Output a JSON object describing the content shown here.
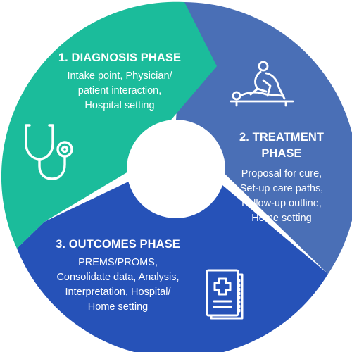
{
  "colors": {
    "diagnosis": "#1bbc9b",
    "treatment": "#4a6fb6",
    "outcomes": "#2652b8",
    "icon_stroke": "#ffffff",
    "background": "#ffffff"
  },
  "phases": [
    {
      "title": "1. DIAGNOSIS PHASE",
      "lines": [
        "Intake point, Physician/",
        "patient interaction,",
        "Hospital setting"
      ],
      "icon": "stethoscope-icon"
    },
    {
      "title_lines": [
        "2. TREATMENT",
        "PHASE"
      ],
      "lines": [
        "Proposal for cure,",
        "Set-up care paths,",
        "Follow-up outline,",
        "Home setting"
      ],
      "icon": "massage-therapy-icon"
    },
    {
      "title": "3. OUTCOMES PHASE",
      "lines": [
        "PREMS/PROMS,",
        "Consolidate data, Analysis,",
        "Interpretation, Hospital/",
        "Home setting"
      ],
      "icon": "medical-record-icon"
    }
  ]
}
